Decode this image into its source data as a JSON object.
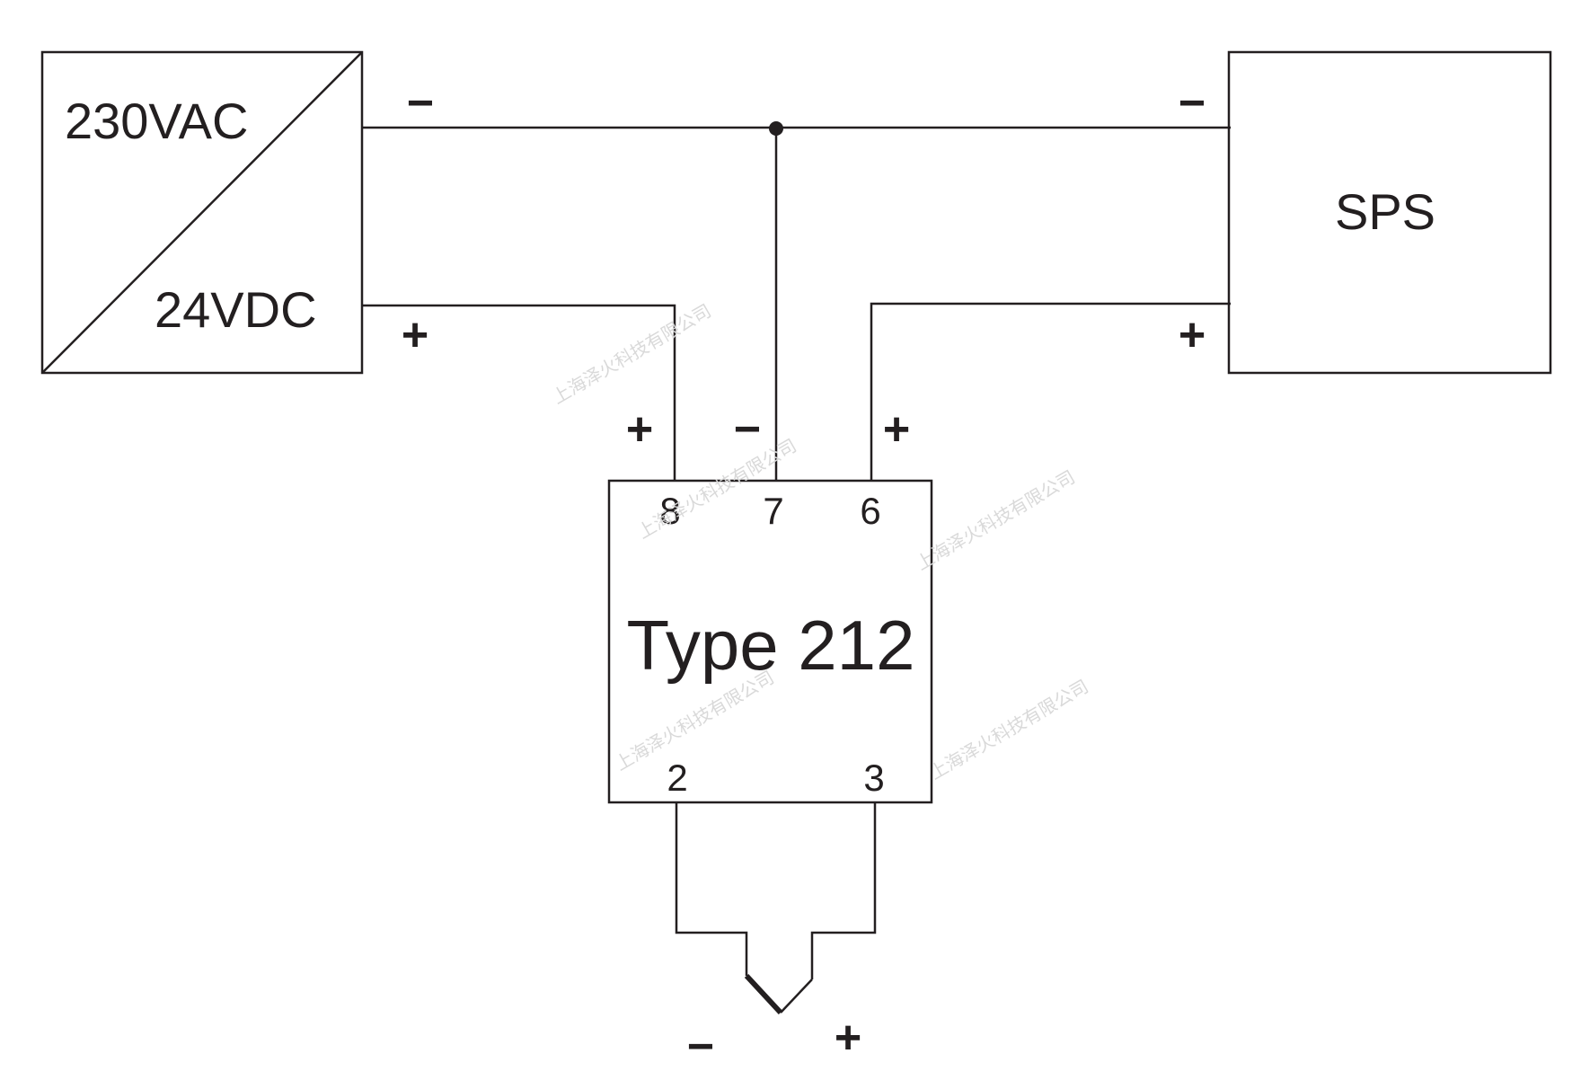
{
  "power_supply": {
    "input_label": "230VAC",
    "output_label": "24VDC"
  },
  "plc": {
    "label": "SPS"
  },
  "transmitter": {
    "label": "Type 212",
    "pins": {
      "p8": "8",
      "p7": "7",
      "p6": "6",
      "p2": "2",
      "p3": "3"
    }
  },
  "polarity": {
    "minus": "−",
    "plus": "+"
  },
  "watermark": "上海泽火科技有限公司",
  "colors": {
    "line": "#231f20",
    "background": "#ffffff",
    "watermark": "#d9d9d9"
  }
}
